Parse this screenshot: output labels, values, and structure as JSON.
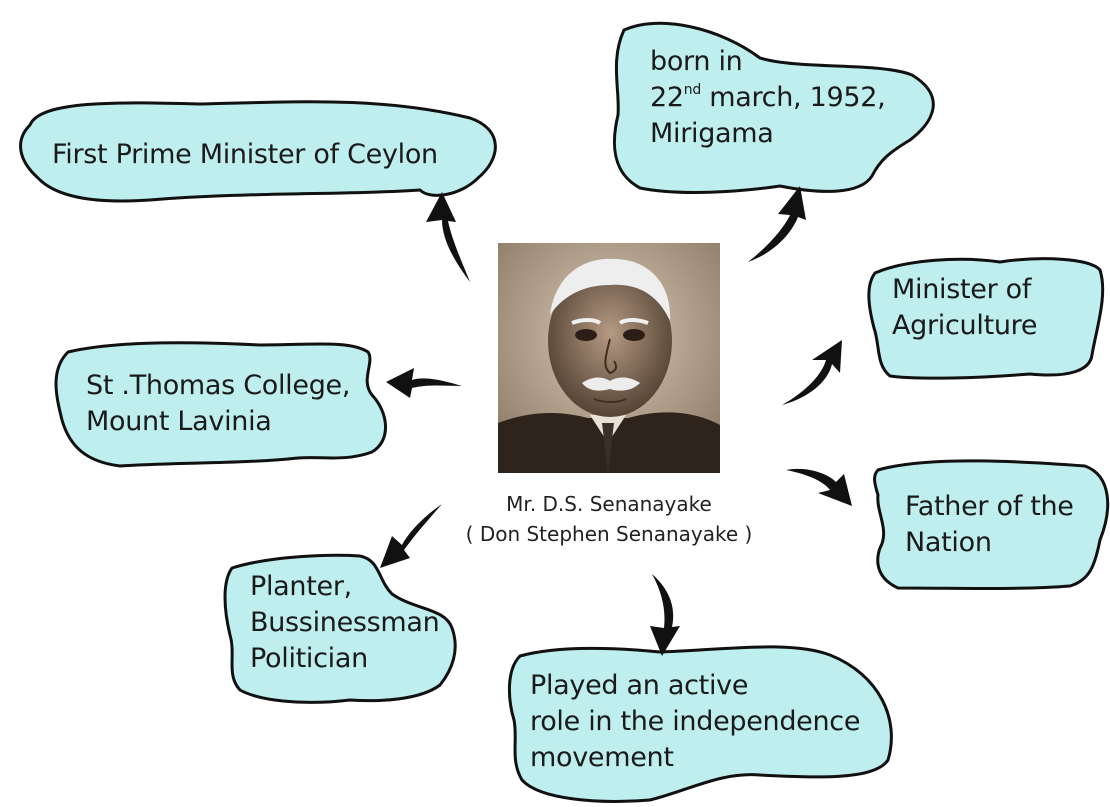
{
  "colors": {
    "bubble_fill": "#bfeeee",
    "bubble_stroke": "#111111",
    "arrow": "#111111"
  },
  "center": {
    "portrait_icon": "portrait-photo",
    "caption_line1": "Mr. D.S. Senanayake",
    "caption_line2": "( Don Stephen Senanayake )"
  },
  "nodes": {
    "prime_minister": {
      "line1": "First Prime Minister of Ceylon"
    },
    "born": {
      "line1": "born in",
      "line2_day": "22",
      "line2_sup": "nd",
      "line2_rest": " march, 1952,",
      "line3": "Mirigama"
    },
    "agriculture": {
      "line1": "Minister of",
      "line2": "Agriculture"
    },
    "college": {
      "line1": "St .Thomas College,",
      "line2": "Mount Lavinia"
    },
    "father": {
      "line1": "Father of the",
      "line2": "Nation"
    },
    "planter": {
      "line1": "Planter,",
      "line2": "Bussinessman",
      "line3": "Politician"
    },
    "independence": {
      "line1": "Played an active",
      "line2": "role in the independence",
      "line3": "movement"
    }
  }
}
